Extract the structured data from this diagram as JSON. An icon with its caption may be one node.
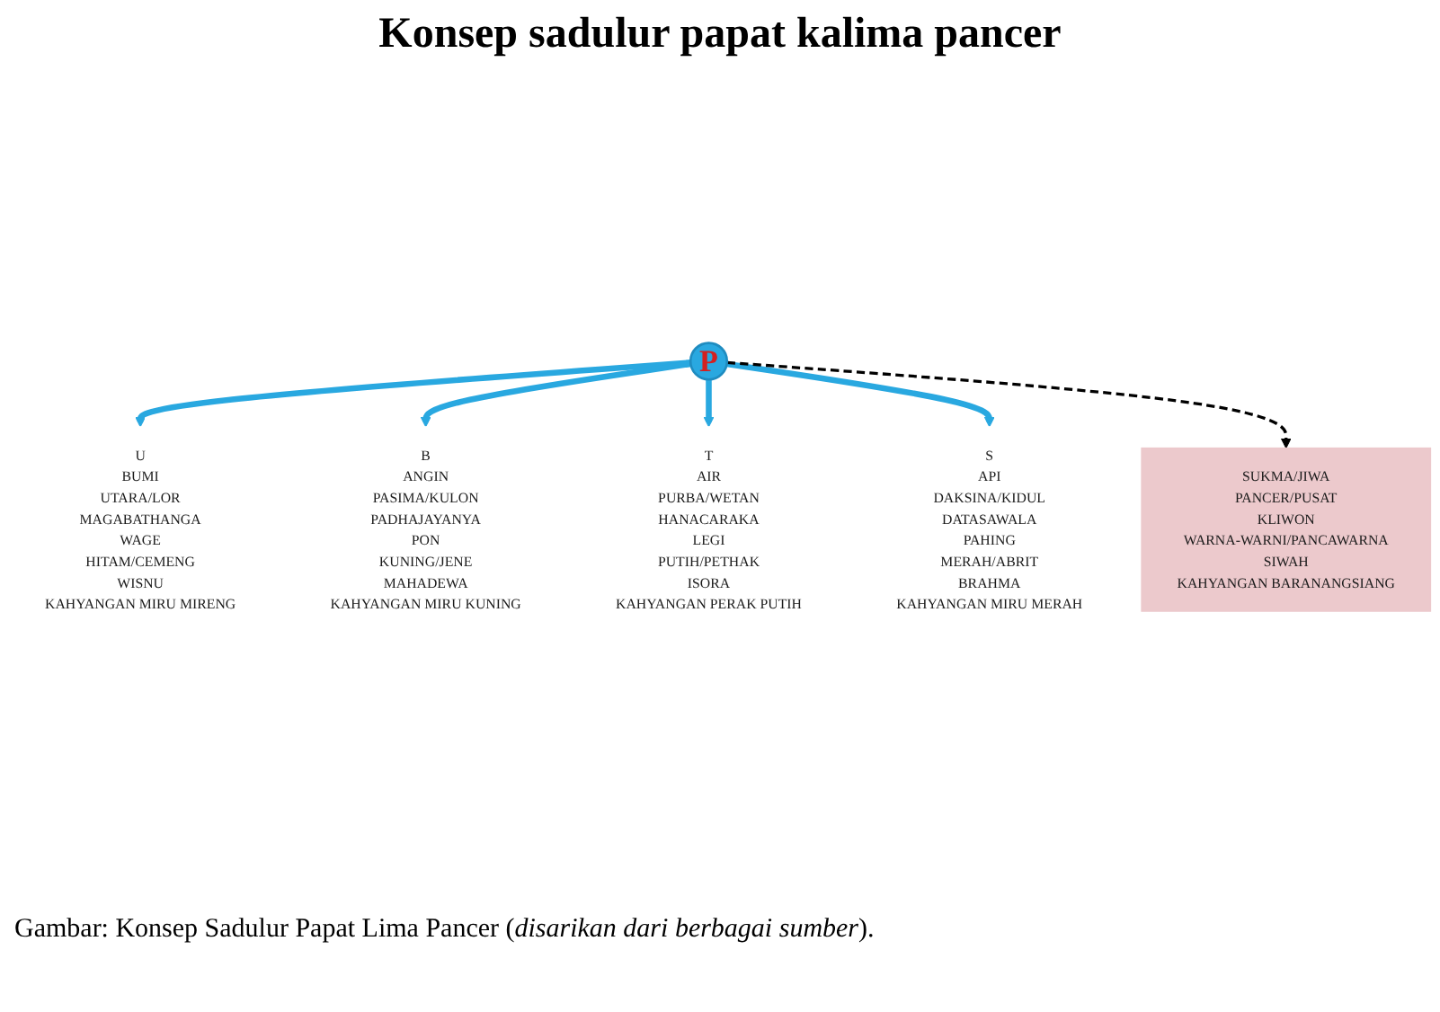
{
  "diagram": {
    "title": "Konsep sadulur papat kalima pancer",
    "caption": "Gambar: Konsep Sadulur Papat Lima Pancer (*disarikan dari berbagai sumber*).",
    "nodes": [
      {
        "text": [
          "U",
          "BUMI",
          "UTARA/LOR",
          "MAGABATHANGA",
          "WAGE",
          "HITAM/CEMENG",
          "WISNU",
          "KAHYANGAN MIRU MIRENG"
        ]
      },
      {
        "text": [
          "B",
          "ANGIN",
          "PASIMA/KULON",
          "PADHAJAYANYA",
          "PON",
          "KUNING/JENE",
          "MAHADEWA",
          "KAHYANGAN MIRU KUNING"
        ]
      },
      {
        "text": [
          "P"
        ]
      },
      {
        "text": [
          "T",
          "AIR",
          "PURBA/WETAN",
          "HANACARAKA",
          "LEGI",
          "PUTIH/PETHAK",
          "ISORA",
          "KAHYANGAN PERAK PUTIH"
        ]
      },
      {
        "text": [
          "S",
          "API",
          "DAKSINA/KIDUL",
          "DATASAWALA",
          "PAHING",
          "MERAH/ABRIT",
          "BRAHMA",
          "KAHYANGAN MIRU MERAH"
        ]
      },
      {
        "text": [
          "SUKMA/JIWA",
          "PANCER/PUSAT",
          "KLIWON",
          "WARNA-WARNI/PANCAWARNA",
          "SIWAH",
          "KAHYANGAN BARANANGSIANG"
        ]
      }
    ],
    "edges": [
      {
        "from": 2,
        "to": 0,
        "arrow": "to"
      },
      {
        "from": 2,
        "to": 1,
        "arrow": "to"
      },
      {
        "from": 2,
        "to": 3,
        "arrow": "to"
      },
      {
        "from": 2,
        "to": 4,
        "arrow": "to"
      },
      {
        "from": 2,
        "to": 5,
        "arrow": "to",
        "style": "dashed",
        "color": "#000000"
      }
    ]
  }
}
